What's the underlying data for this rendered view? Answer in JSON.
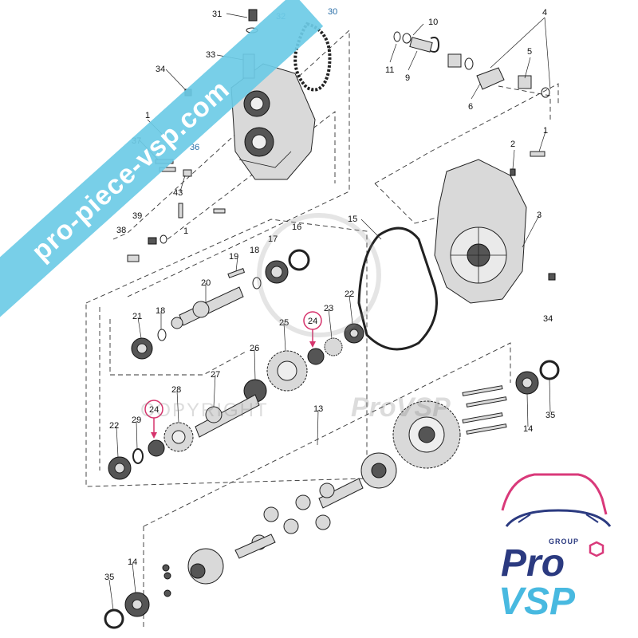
{
  "watermark": {
    "banner_text": "pro-piece-vsp.com",
    "banner_color": "#6ccbe6",
    "copyright_text": "COPYRIGHT",
    "copyright_brand": "ProVSP"
  },
  "logo": {
    "group_text": "GROUP",
    "line1": "Pro",
    "line2": "VSP",
    "primary_color": "#2b3a80",
    "accent_color": "#d9397a",
    "secondary_color": "#48b9e0"
  },
  "highlight_color": "#d6336c",
  "callouts": [
    {
      "id": "c31",
      "text": "31"
    },
    {
      "id": "c32",
      "text": "32"
    },
    {
      "id": "c30",
      "text": "30"
    },
    {
      "id": "c10",
      "text": "10"
    },
    {
      "id": "c4",
      "text": "4"
    },
    {
      "id": "c33",
      "text": "33"
    },
    {
      "id": "c11",
      "text": "11"
    },
    {
      "id": "c9",
      "text": "9"
    },
    {
      "id": "c5",
      "text": "5"
    },
    {
      "id": "c34a",
      "text": "34"
    },
    {
      "id": "c6",
      "text": "6"
    },
    {
      "id": "c1a",
      "text": "1"
    },
    {
      "id": "c37",
      "text": "37"
    },
    {
      "id": "c36",
      "text": "36"
    },
    {
      "id": "c2",
      "text": "2"
    },
    {
      "id": "c1b",
      "text": "1"
    },
    {
      "id": "c43",
      "text": "43"
    },
    {
      "id": "c3",
      "text": "3"
    },
    {
      "id": "c39",
      "text": "39"
    },
    {
      "id": "c15",
      "text": "15"
    },
    {
      "id": "c38",
      "text": "38"
    },
    {
      "id": "c1c",
      "text": "1"
    },
    {
      "id": "c17",
      "text": "17"
    },
    {
      "id": "c16",
      "text": "16"
    },
    {
      "id": "c19",
      "text": "19"
    },
    {
      "id": "c18a",
      "text": "18"
    },
    {
      "id": "c20",
      "text": "20"
    },
    {
      "id": "c34b",
      "text": "34"
    },
    {
      "id": "c22a",
      "text": "22"
    },
    {
      "id": "c23",
      "text": "23"
    },
    {
      "id": "c24a",
      "text": "24"
    },
    {
      "id": "c21",
      "text": "21"
    },
    {
      "id": "c18b",
      "text": "18"
    },
    {
      "id": "c25",
      "text": "25"
    },
    {
      "id": "c26",
      "text": "26"
    },
    {
      "id": "c27",
      "text": "27"
    },
    {
      "id": "c28",
      "text": "28"
    },
    {
      "id": "c13",
      "text": "13"
    },
    {
      "id": "c24b",
      "text": "24"
    },
    {
      "id": "c22b",
      "text": "22"
    },
    {
      "id": "c29",
      "text": "29"
    },
    {
      "id": "c14a",
      "text": "14"
    },
    {
      "id": "c35a",
      "text": "35"
    },
    {
      "id": "c14b",
      "text": "14"
    },
    {
      "id": "c35b",
      "text": "35"
    }
  ]
}
